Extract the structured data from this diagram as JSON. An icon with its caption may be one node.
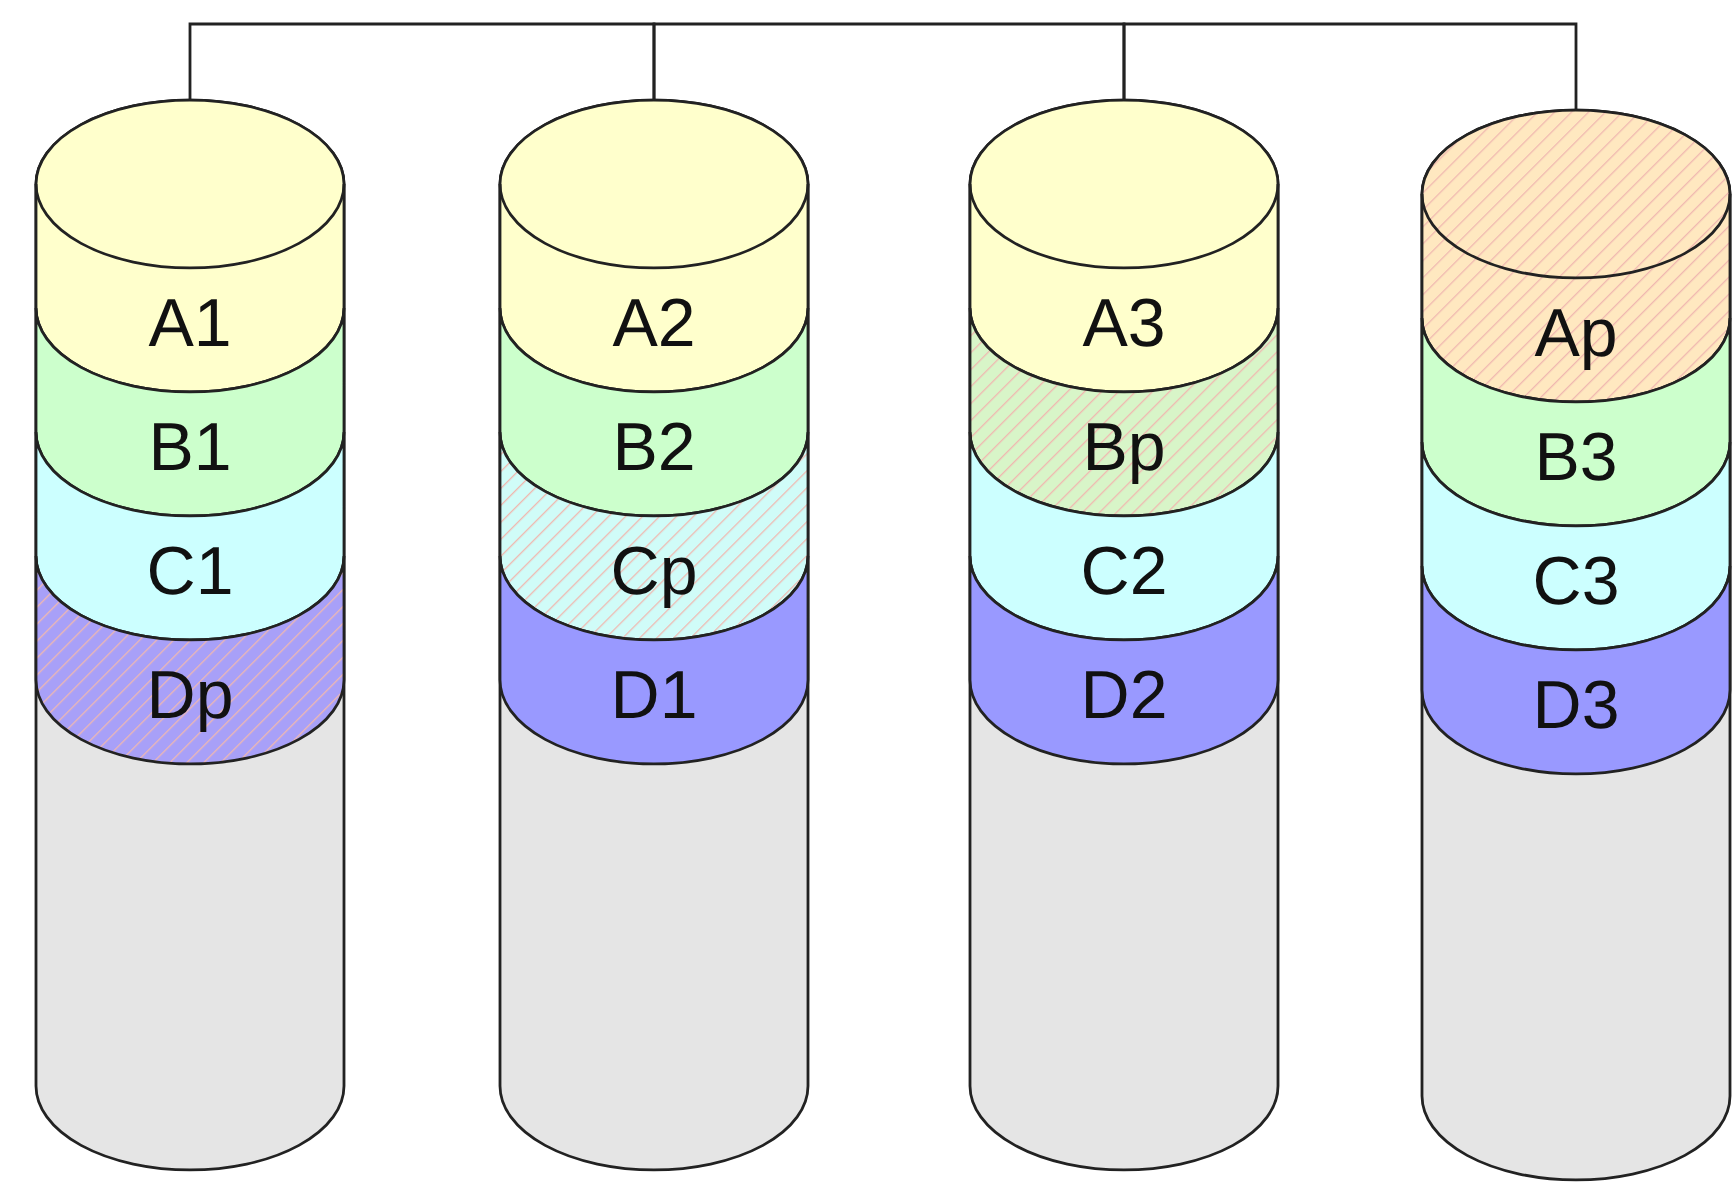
{
  "diagram": {
    "nodes": [
      {
        "text": [],
        "shape": "cylinder"
      },
      {
        "text": [
          "A1"
        ],
        "in": 0
      },
      {
        "text": [
          "B1"
        ],
        "in": 0
      },
      {
        "text": [
          "C1"
        ],
        "in": 0
      },
      {
        "text": [
          "Dp"
        ],
        "in": 0
      },
      {
        "text": [],
        "shape": "cylinder"
      },
      {
        "text": [
          "A2"
        ],
        "in": 5
      },
      {
        "text": [
          "B2"
        ],
        "in": 5
      },
      {
        "text": [
          "Cp"
        ],
        "in": 5
      },
      {
        "text": [
          "D1"
        ],
        "in": 5
      },
      {
        "text": [],
        "shape": "cylinder"
      },
      {
        "text": [
          "A3"
        ],
        "in": 10
      },
      {
        "text": [
          "Bp"
        ],
        "in": 10
      },
      {
        "text": [
          "C2"
        ],
        "in": 10
      },
      {
        "text": [
          "D2"
        ],
        "in": 10
      },
      {
        "text": [],
        "shape": "cylinder"
      },
      {
        "text": [
          "Ap"
        ],
        "in": 15
      },
      {
        "text": [
          "B3"
        ],
        "in": 15
      },
      {
        "text": [
          "C3"
        ],
        "in": 15
      },
      {
        "text": [
          "D3"
        ],
        "in": 15
      }
    ],
    "edges": [
      {
        "from": 0,
        "to": 5,
        "arrow": "none"
      },
      {
        "from": 5,
        "to": 10,
        "arrow": "none"
      },
      {
        "from": 10,
        "to": 15,
        "arrow": "none"
      }
    ]
  }
}
